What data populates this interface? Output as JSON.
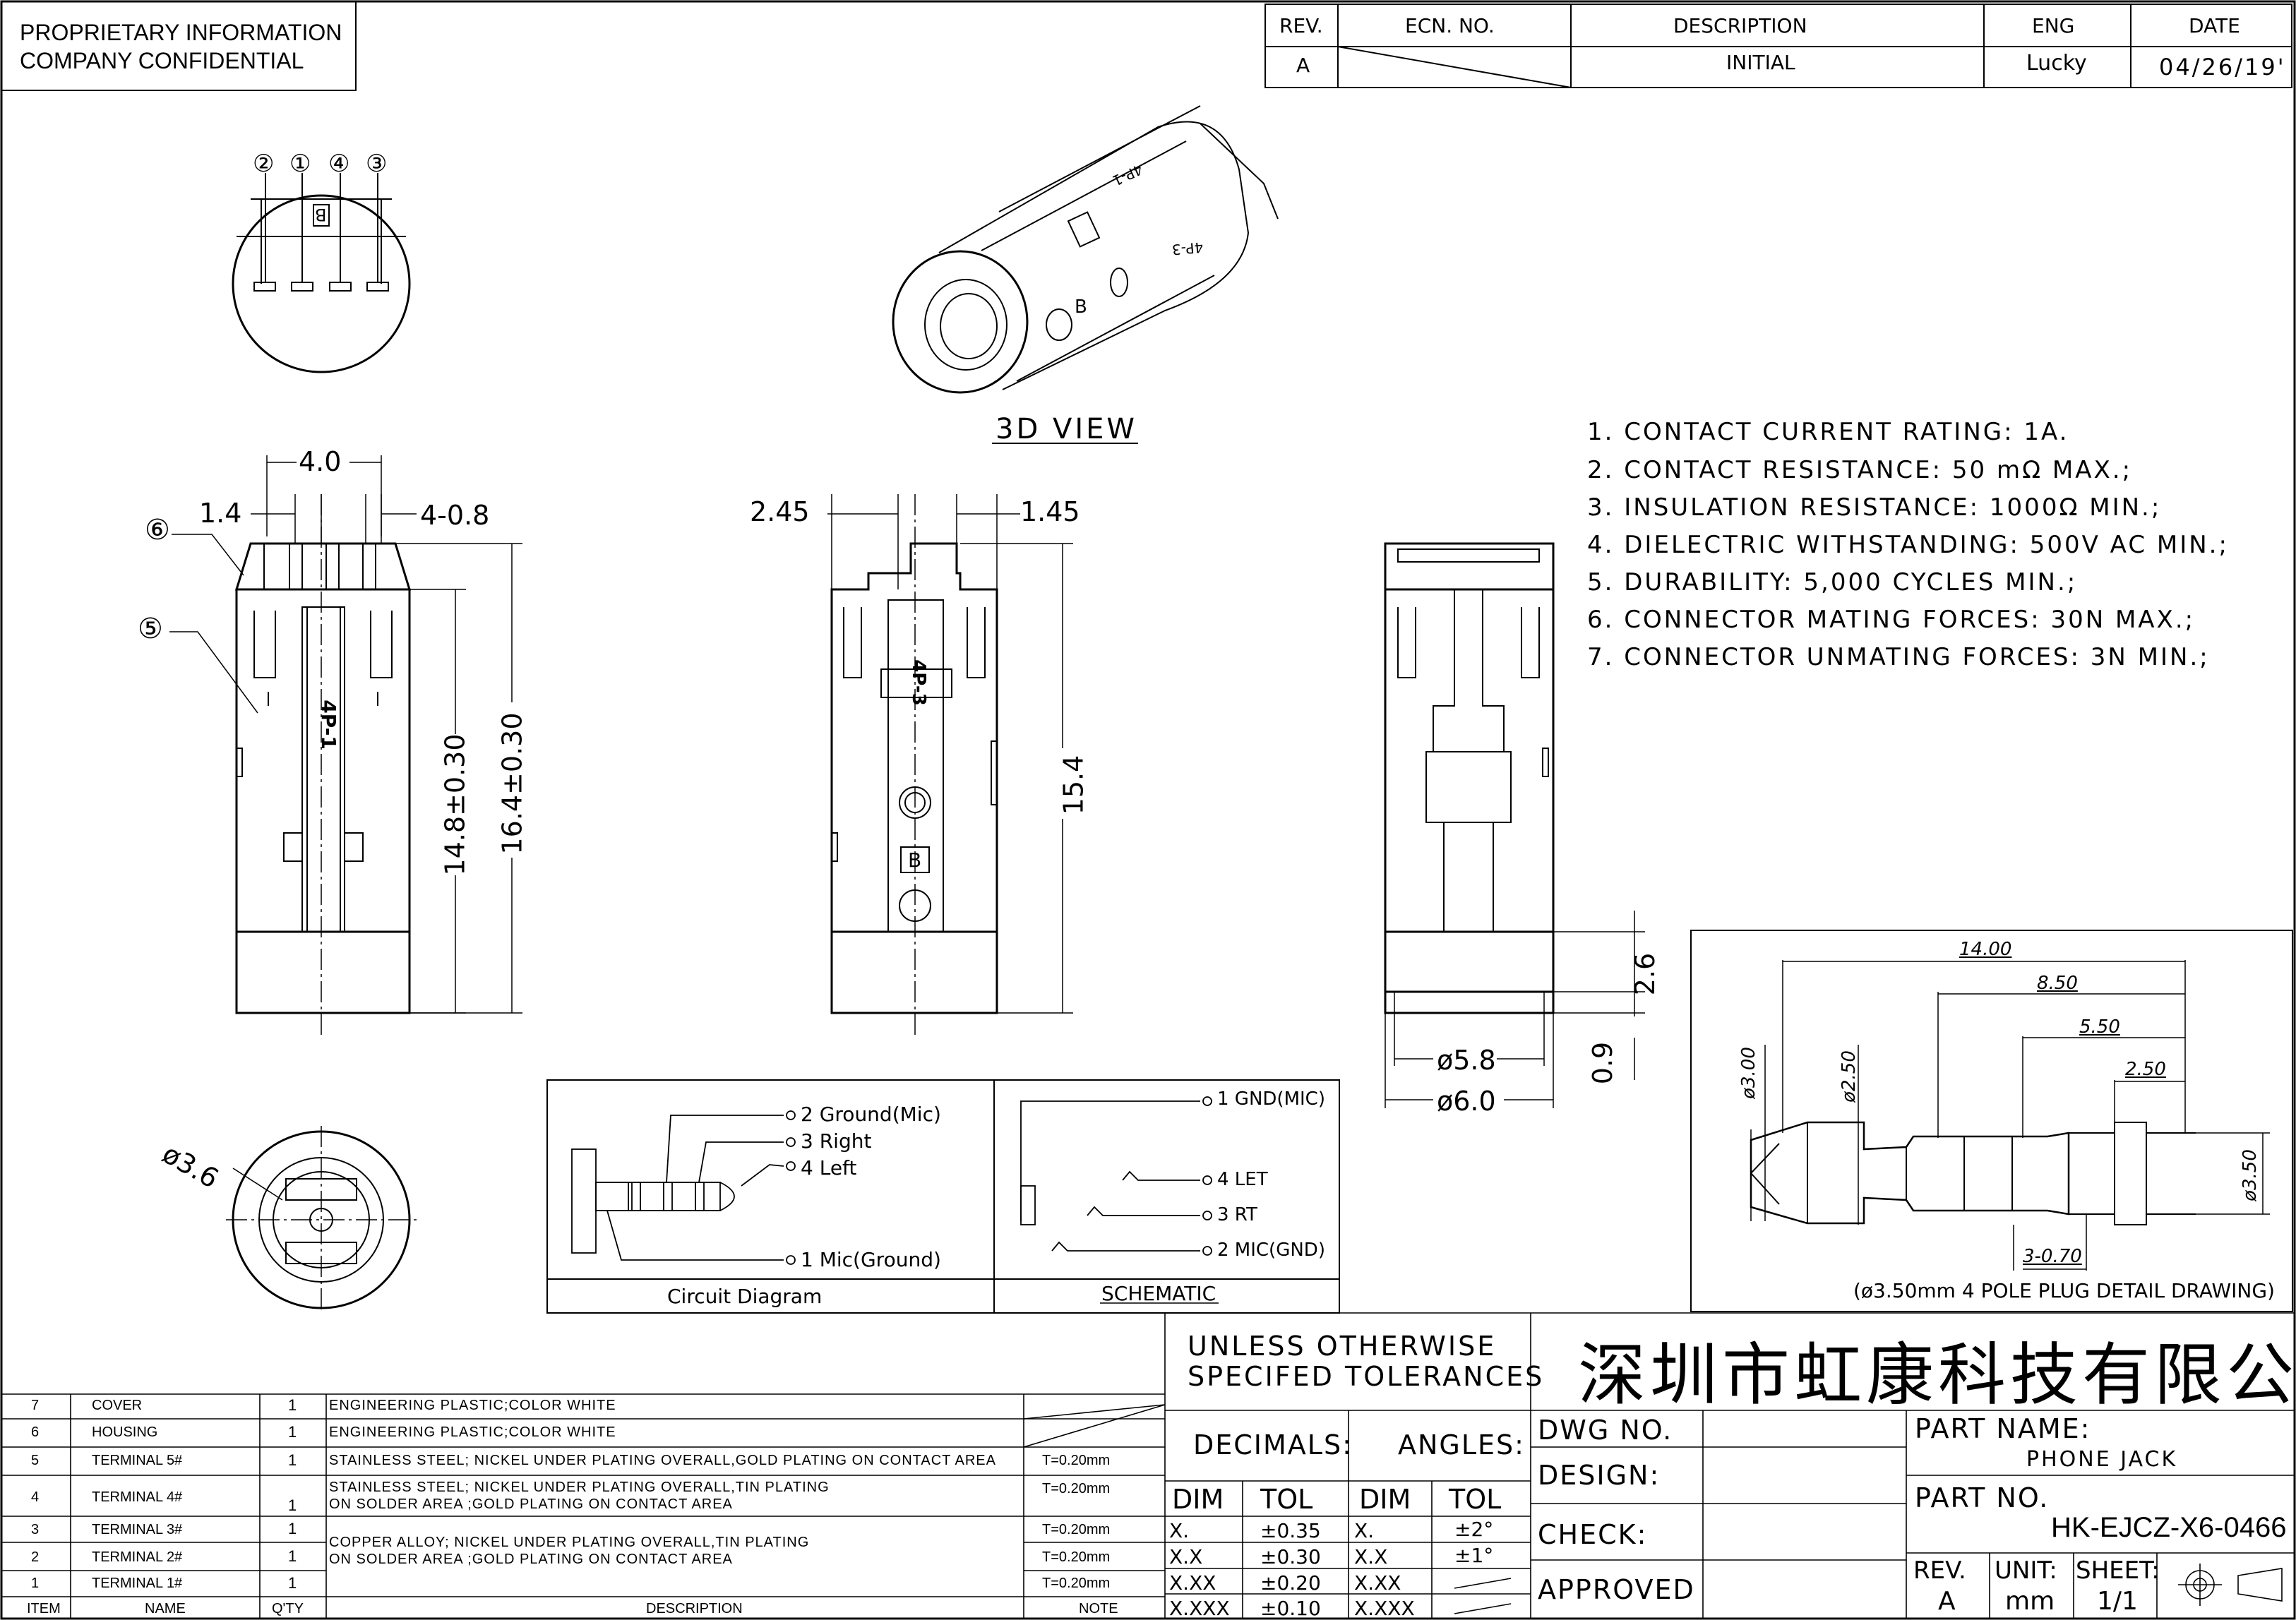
{
  "confidential": {
    "line1": "PROPRIETARY INFORMATION",
    "line2": "COMPANY CONFIDENTIAL"
  },
  "revision_table": {
    "headers": [
      "REV.",
      "ECN. NO.",
      "DESCRIPTION",
      "ENG",
      "DATE"
    ],
    "row": {
      "rev": "A",
      "ecn": "",
      "description": "INITIAL",
      "eng": "Lucky",
      "date": "04/26/19'"
    }
  },
  "views": {
    "view_3d_label": "3D VIEW",
    "pin_numbers": [
      "②",
      "①",
      "④",
      "③"
    ],
    "marking_b": "B",
    "part_4p1": "4P-1",
    "part_4p3": "4P-3",
    "balloon_6": "⑥",
    "balloon_5": "⑤"
  },
  "dimensions": {
    "d_4_0": "4.0",
    "d_1_4": "1.4",
    "d_4_08": "4-0.8",
    "d_14_8": "14.8±0.30",
    "d_16_4": "16.4±0.30",
    "d_2_45": "2.45",
    "d_1_45": "1.45",
    "d_15_4": "15.4",
    "d_2_6": "2.6",
    "d_0_9": "0.9",
    "d_phi_5_8": "ø5.8",
    "d_phi_6_0": "ø6.0",
    "d_phi_3_6": "ø3.6"
  },
  "specs": [
    "1. CONTACT CURRENT RATING: 1A.",
    "2. CONTACT RESISTANCE: 50 mΩ MAX.;",
    "3. INSULATION RESISTANCE: 1000Ω MIN.;",
    "4. DIELECTRIC WITHSTANDING: 500V AC MIN.;",
    "5. DURABILITY: 5,000 CYCLES MIN.;",
    "6. CONNECTOR MATING FORCES: 30N  MAX.;",
    "7. CONNECTOR UNMATING FORCES: 3N MIN.;"
  ],
  "circuit": {
    "labels": [
      "2 Ground(Mic)",
      "3 Right",
      "4 Left",
      "1 Mic(Ground)"
    ],
    "caption": "Circuit Diagram"
  },
  "schematic": {
    "labels": [
      "1 GND(MIC)",
      "4 LET",
      "3 RT",
      "2 MIC(GND)"
    ],
    "caption": "SCHEMATIC"
  },
  "plug_detail": {
    "dims": [
      "14.00",
      "8.50",
      "5.50",
      "2.50",
      "ø3.00",
      "ø2.50",
      "ø3.50",
      "3-0.70"
    ],
    "caption": "(ø3.50mm 4 POLE PLUG DETAIL DRAWING)"
  },
  "bom": {
    "headers": [
      "ITEM",
      "NAME",
      "Q'TY",
      "DESCRIPTION",
      "NOTE"
    ],
    "rows": [
      {
        "item": "7",
        "name": "COVER",
        "qty": "1",
        "desc": [
          "ENGINEERING PLASTIC;COLOR WHITE"
        ],
        "note": ""
      },
      {
        "item": "6",
        "name": "HOUSING",
        "qty": "1",
        "desc": [
          "ENGINEERING PLASTIC;COLOR WHITE"
        ],
        "note": ""
      },
      {
        "item": "5",
        "name": "TERMINAL 5#",
        "qty": "1",
        "desc": [
          "STAINLESS STEEL; NICKEL UNDER PLATING OVERALL,GOLD PLATING ON CONTACT AREA"
        ],
        "note": "T=0.20mm"
      },
      {
        "item": "4",
        "name": "TERMINAL 4#",
        "qty": "1",
        "desc": [
          "STAINLESS STEEL; NICKEL UNDER PLATING OVERALL,TIN PLATING",
          "ON SOLDER AREA ;GOLD PLATING ON CONTACT AREA"
        ],
        "note": "T=0.20mm"
      },
      {
        "item": "3",
        "name": "TERMINAL 3#",
        "qty": "1",
        "desc": [
          "COPPER ALLOY; NICKEL UNDER PLATING OVERALL,TIN PLATING",
          "ON SOLDER AREA ;GOLD PLATING ON CONTACT AREA"
        ],
        "note": "T=0.20mm"
      },
      {
        "item": "2",
        "name": "TERMINAL 2#",
        "qty": "1",
        "desc": [],
        "note": "T=0.20mm"
      },
      {
        "item": "1",
        "name": "TERMINAL 1#",
        "qty": "1",
        "desc": [],
        "note": "T=0.20mm"
      }
    ]
  },
  "tolerances": {
    "title_1": "UNLESS OTHERWISE",
    "title_2": "SPECIFED TOLERANCES",
    "decimals": "DECIMALS:",
    "angles": "ANGLES:",
    "dim": "DIM",
    "tol": "TOL",
    "dec_rows": [
      [
        "X.",
        "±0.35"
      ],
      [
        "X.X",
        "±0.30"
      ],
      [
        "X.XX",
        "±0.20"
      ],
      [
        "X.XXX",
        "±0.10"
      ]
    ],
    "ang_rows": [
      [
        "X.",
        "±2°"
      ],
      [
        "X.X",
        "±1°"
      ],
      [
        "X.XX",
        ""
      ],
      [
        "X.XXX",
        ""
      ]
    ]
  },
  "title_block": {
    "company": "深圳市虹康科技有限公司",
    "dwg_no": "DWG NO.",
    "design": "DESIGN:",
    "check": "CHECK:",
    "approved": "APPROVED",
    "part_name_label": "PART NAME:",
    "part_name": "PHONE JACK",
    "part_no_label": "PART NO.",
    "part_no": "HK-EJCZ-X6-0466",
    "rev_label": "REV.",
    "rev": "A",
    "unit_label": "UNIT:",
    "unit": "mm",
    "sheet_label": "SHEET:",
    "sheet": "1/1"
  }
}
